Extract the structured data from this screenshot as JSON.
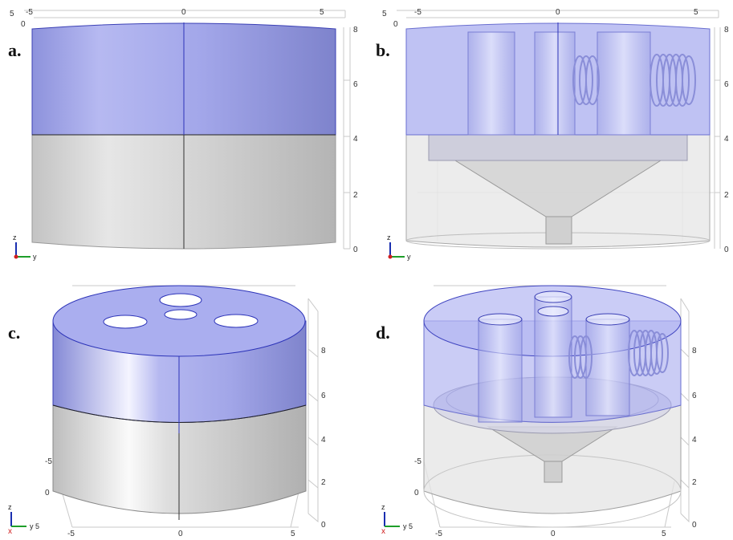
{
  "panels": [
    {
      "label": "a.",
      "ticks_top": [
        "5",
        "0",
        "-5",
        "0",
        "5"
      ],
      "ticks_right": [
        "8",
        "6",
        "4",
        "2",
        "0"
      ],
      "axis_z": "z",
      "axis_y": "y"
    },
    {
      "label": "b.",
      "ticks_top": [
        "5",
        "0",
        "-5",
        "0",
        "5"
      ],
      "ticks_right": [
        "8",
        "6",
        "4",
        "2",
        "0"
      ],
      "axis_z": "z",
      "axis_y": "y"
    },
    {
      "label": "c.",
      "ticks_right": [
        "8",
        "6",
        "4",
        "2",
        "0"
      ],
      "ticks_left": [
        "-5",
        "0"
      ],
      "ticks_bottom": [
        "-5",
        "0",
        "5"
      ],
      "axis_z": "z",
      "axis_y": "y 5"
    },
    {
      "label": "d.",
      "ticks_right": [
        "8",
        "6",
        "4",
        "2",
        "0"
      ],
      "ticks_left": [
        "-5",
        "0"
      ],
      "ticks_bottom": [
        "-5",
        "0",
        "5"
      ],
      "axis_z": "z",
      "axis_y": "y 5"
    }
  ],
  "colors": {
    "blue": "#a3a8ea",
    "blue_edge": "#2c33b8",
    "gray": "#d2d2d2",
    "axis_red": "#d02020",
    "axis_green": "#1e9e2a",
    "axis_blue": "#1a2fb0"
  }
}
